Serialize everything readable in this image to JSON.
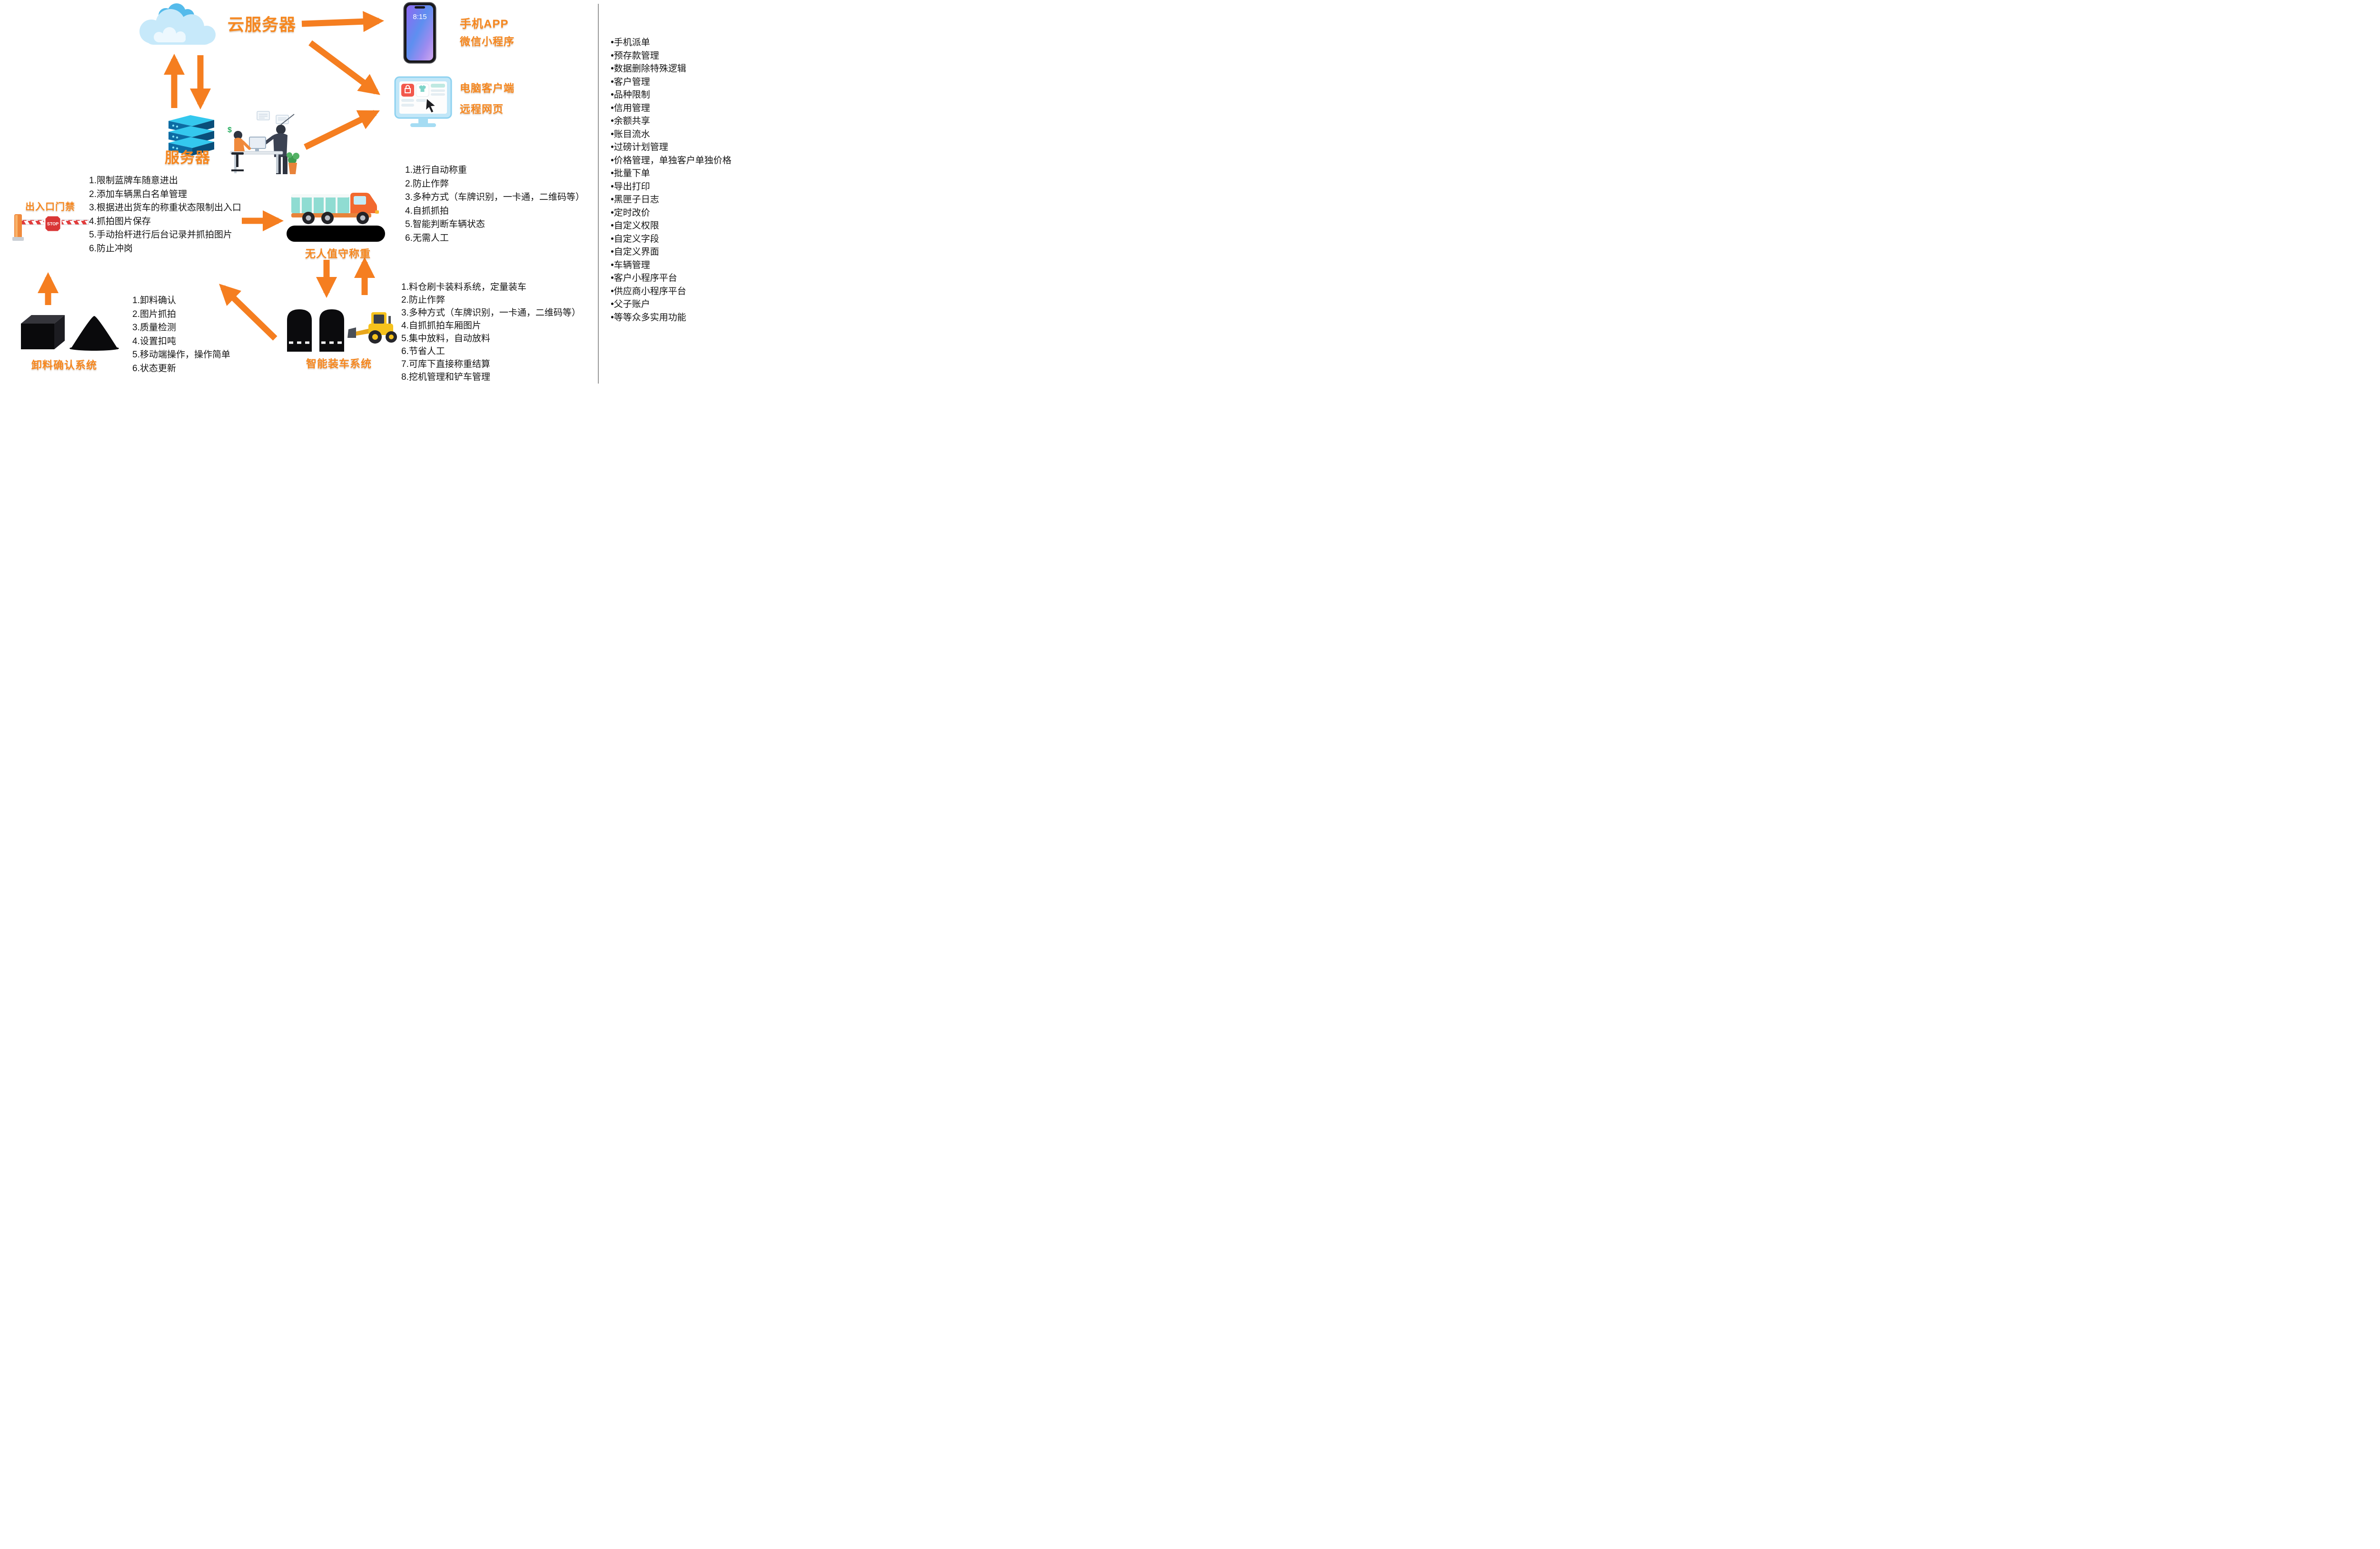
{
  "colors": {
    "accent_orange": "#F6871F",
    "arrow_orange": "#F57E20",
    "text_black": "#151515",
    "cloud_blue": "#C7E9FA",
    "truck_bed_teal": "#8FDCD2",
    "loader_yellow": "#F6C21C",
    "stop_red": "#D93636"
  },
  "icons": {
    "cloud": "cloud-icon",
    "smartphone": "smartphone-icon",
    "monitor": "monitor-icon",
    "server_stack": "server-stack-icon",
    "office_workers": "office-workers-illustration",
    "barrier_gate": "barrier-gate-icon",
    "stop_sign": "stop-sign-icon",
    "truck": "truck-icon",
    "weighbridge": "weighbridge-platform",
    "silos": "silos-icon",
    "wheel_loader": "wheel-loader-icon",
    "cube_pile": "cube-and-pile-icon"
  },
  "cloud": {
    "label": "云服务器"
  },
  "mobile": {
    "time": "8:15",
    "app_label": "手机APP",
    "miniprogram_label": "微信小程序"
  },
  "pc": {
    "client_label": "电脑客户端",
    "web_label": "远程网页"
  },
  "server": {
    "label": "服务器"
  },
  "gate": {
    "title": "出入口门禁",
    "stop_label": "STOP",
    "items": [
      "1.限制蓝牌车随意进出",
      "2.添加车辆黑白名单管理",
      "3.根据进出货车的称重状态限制出入口",
      "4.抓拍图片保存",
      "5.手动抬杆进行后台记录并抓拍图片",
      "6.防止冲岗"
    ]
  },
  "weighing": {
    "title": "无人值守称重",
    "items": [
      "1.进行自动称重",
      "2.防止作弊",
      "3.多种方式（车牌识别，一卡通，二维码等）",
      "4.自抓抓拍",
      "5.智能判断车辆状态",
      "6.无需人工"
    ]
  },
  "loading": {
    "title": "智能装车系统",
    "items": [
      "1.料仓刷卡装料系统，定量装车",
      "2.防止作弊",
      "3.多种方式（车牌识别，一卡通，二维码等）",
      "4.自抓抓拍车厢图片",
      "5.集中放料，自动放料",
      "6.节省人工",
      "7.可库下直接称重结算",
      "8.挖机管理和铲车管理"
    ]
  },
  "unloading": {
    "title": "卸料确认系统",
    "items": [
      "1.卸料确认",
      "2.图片抓拍",
      "3.质量检测",
      "4.设置扣吨",
      "5.移动端操作，操作简单",
      "6.状态更新"
    ]
  },
  "features": {
    "items": [
      "•手机派单",
      "•预存款管理",
      "•数据删除特殊逻辑",
      "•客户管理",
      "•品种限制",
      "•信用管理",
      "•余额共享",
      "•账目流水",
      "•过磅计划管理",
      "•价格管理，单独客户单独价格",
      "•批量下单",
      "•导出打印",
      "•黑匣子日志",
      "•定时改价",
      "•自定义权限",
      "•自定义字段",
      "•自定义界面",
      "•车辆管理",
      "•客户小程序平台",
      "•供应商小程序平台",
      "•父子账户",
      "•等等众多实用功能"
    ]
  }
}
